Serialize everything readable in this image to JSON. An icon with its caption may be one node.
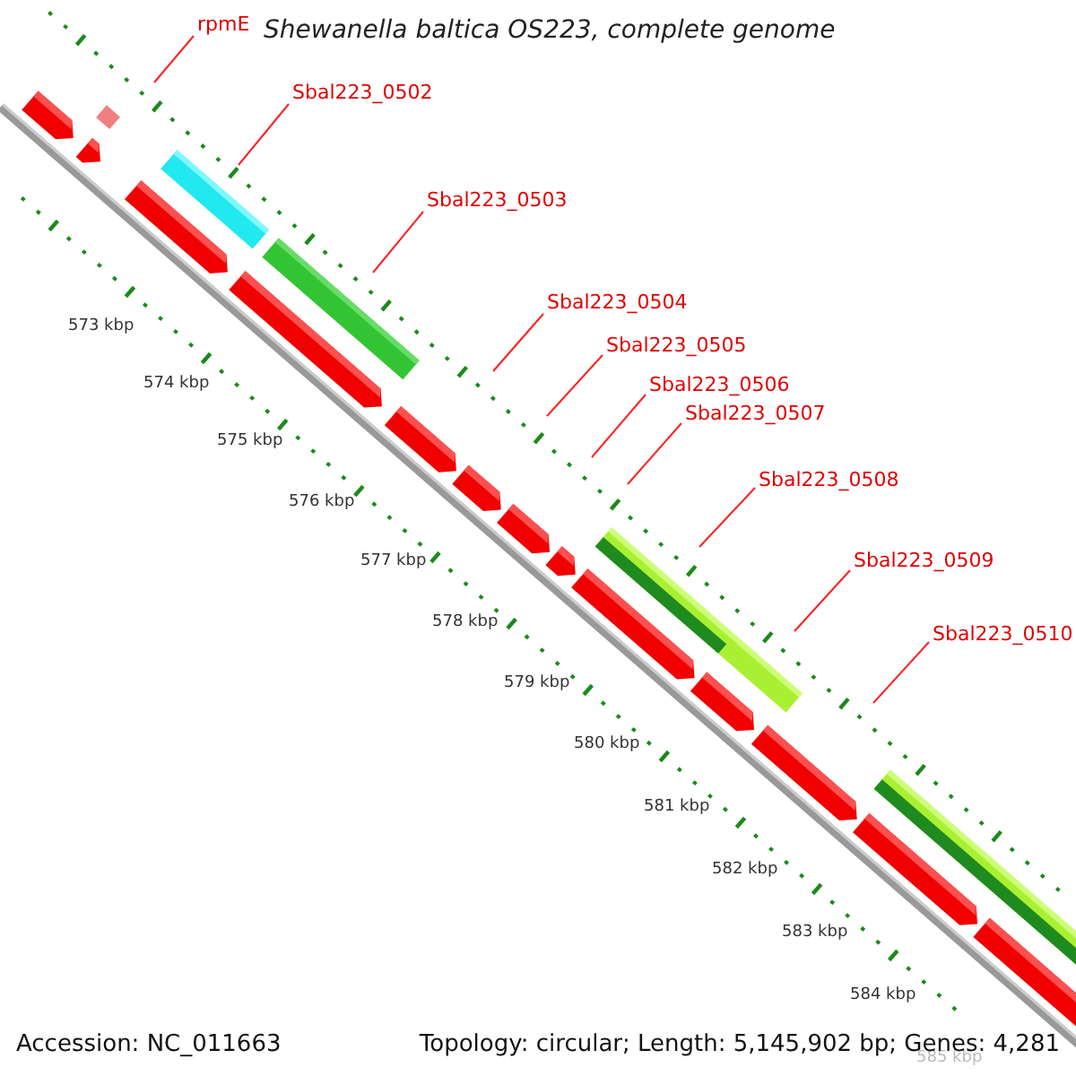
{
  "diagram": {
    "title": "Shewanella baltica OS223, complete genome",
    "nodes": [
      {
        "text": [
          "rpmE"
        ]
      },
      {
        "text": [
          "Sbal223_0502"
        ]
      },
      {
        "text": [
          "Sbal223_0503"
        ]
      },
      {
        "text": [
          "Sbal223_0504"
        ]
      },
      {
        "text": [
          "Sbal223_0505"
        ]
      },
      {
        "text": [
          "Sbal223_0506"
        ]
      },
      {
        "text": [
          "Sbal223_0507"
        ]
      },
      {
        "text": [
          "Sbal223_0508"
        ]
      },
      {
        "text": [
          "Sbal223_0509"
        ]
      },
      {
        "text": [
          "Sbal223_0510"
        ]
      }
    ],
    "edges": [
      {
        "from": 0,
        "to": null,
        "arrow": "none"
      },
      {
        "from": 1,
        "to": null,
        "arrow": "none"
      },
      {
        "from": 2,
        "to": null,
        "arrow": "none"
      },
      {
        "from": 3,
        "to": null,
        "arrow": "none"
      },
      {
        "from": 4,
        "to": null,
        "arrow": "none"
      },
      {
        "from": 5,
        "to": null,
        "arrow": "none"
      },
      {
        "from": 6,
        "to": null,
        "arrow": "none"
      },
      {
        "from": 7,
        "to": null,
        "arrow": "none"
      },
      {
        "from": 8,
        "to": null,
        "arrow": "none"
      },
      {
        "from": 9,
        "to": null,
        "arrow": "none"
      }
    ],
    "labels": [
      "573 kbp",
      "574 kbp",
      "575 kbp",
      "576 kbp",
      "577 kbp",
      "578 kbp",
      "579 kbp",
      "580 kbp",
      "581 kbp",
      "582 kbp",
      "583 kbp",
      "584 kbp",
      "585 kbp",
      "Accession: NC_011663",
      "Topology: circular; Length: 5,145,902 bp; Genes: 4,281"
    ]
  }
}
